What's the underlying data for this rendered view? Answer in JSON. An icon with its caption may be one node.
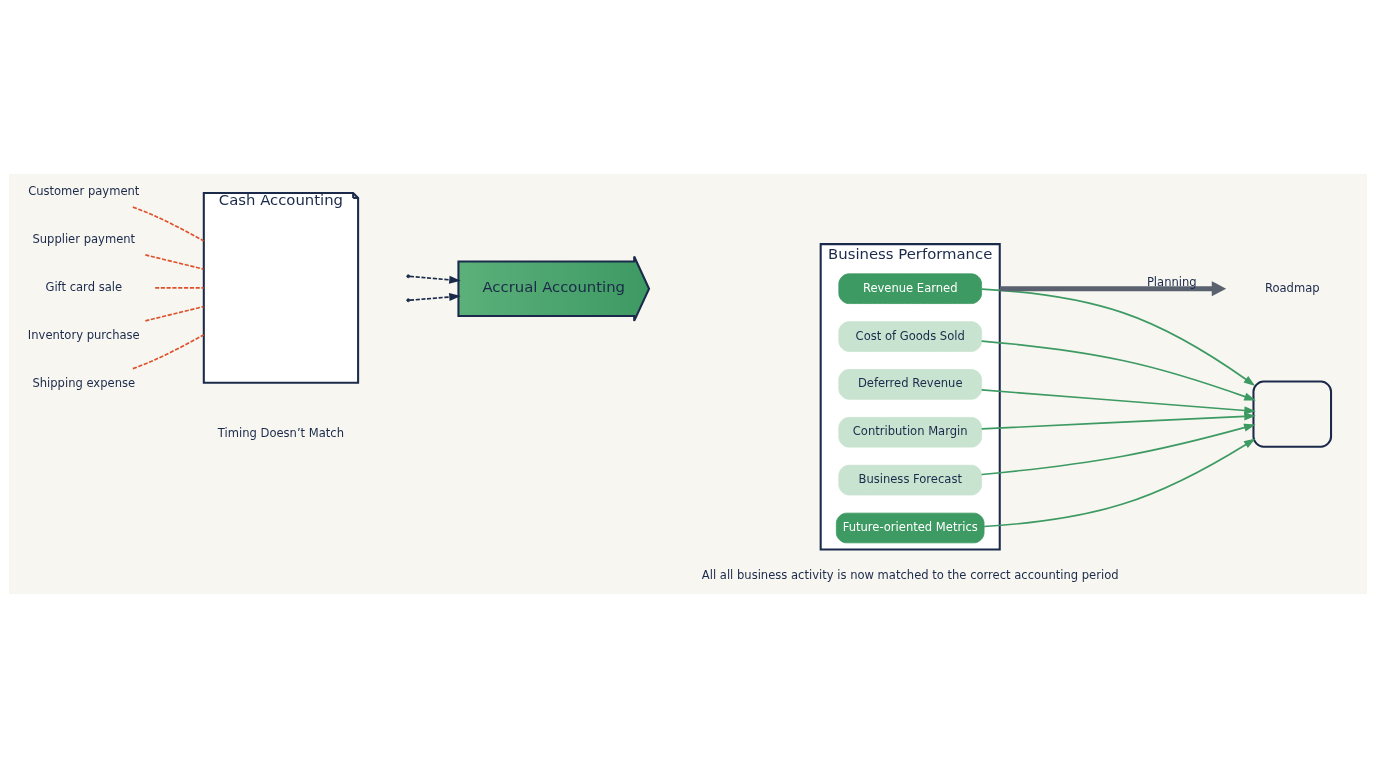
{
  "diagram": {
    "nodes": [
      {
        "text": [
          "Customer payment"
        ]
      },
      {
        "text": [
          "Supplier payment"
        ]
      },
      {
        "text": [
          "Gift card sale"
        ]
      },
      {
        "text": [
          "Cash Accounting"
        ]
      },
      {
        "text": [
          "Inventory purchase"
        ]
      },
      {
        "text": [
          "Shipping expense"
        ]
      },
      {
        "text": [
          "Accrual Accounting"
        ]
      },
      {
        "text": [
          "Business Performance"
        ]
      },
      {
        "text": [
          "Revenue Earned"
        ],
        "in": 7
      },
      {
        "text": [
          "Cost of Goods Sold"
        ],
        "in": 7
      },
      {
        "text": [
          "Deferred Revenue"
        ],
        "in": 7
      },
      {
        "text": [
          "Contribution Margin"
        ],
        "in": 7
      },
      {
        "text": [
          "Business Forecast"
        ],
        "in": 7
      },
      {
        "text": [
          "Future-oriented Metrics"
        ],
        "in": 7
      },
      {
        "text": [],
        "shape": "box"
      },
      {
        "text": [
          "Roadmap"
        ]
      }
    ],
    "edges": [
      {
        "from": 0,
        "to": 3,
        "arrow": "none",
        "style": "dashed",
        "color": "#e0502a"
      },
      {
        "from": 1,
        "to": 3,
        "arrow": "none",
        "style": "dashed",
        "color": "#e0502a"
      },
      {
        "from": 2,
        "to": 3,
        "arrow": "none",
        "style": "dashed",
        "color": "#e0502a"
      },
      {
        "from": 4,
        "to": 3,
        "arrow": "none",
        "style": "dashed",
        "color": "#e0502a"
      },
      {
        "from": 5,
        "to": 3,
        "arrow": "none",
        "style": "dashed",
        "color": "#e0502a"
      },
      {
        "from": null,
        "to": 6,
        "arrow": "to",
        "style": "dashed",
        "color": "#1b2a4a"
      },
      {
        "from": null,
        "to": 6,
        "arrow": "to",
        "style": "dashed",
        "color": "#1b2a4a"
      },
      {
        "from": 7,
        "to": 15,
        "arrow": "to",
        "label": "Planning",
        "style": "thick",
        "color": "#5a6270"
      },
      {
        "from": 8,
        "to": 14,
        "arrow": "to",
        "color": "#3d9a62"
      },
      {
        "from": 9,
        "to": 14,
        "arrow": "to",
        "color": "#3d9a62"
      },
      {
        "from": 10,
        "to": 14,
        "arrow": "to",
        "color": "#3d9a62"
      },
      {
        "from": 11,
        "to": 14,
        "arrow": "to",
        "color": "#3d9a62"
      },
      {
        "from": 12,
        "to": 14,
        "arrow": "to",
        "color": "#3d9a62"
      },
      {
        "from": 13,
        "to": 14,
        "arrow": "to",
        "color": "#3d9a62"
      }
    ],
    "labels": [
      "Timing Doesn’t Match",
      "All all business activity is now matched to the correct accounting period"
    ]
  }
}
